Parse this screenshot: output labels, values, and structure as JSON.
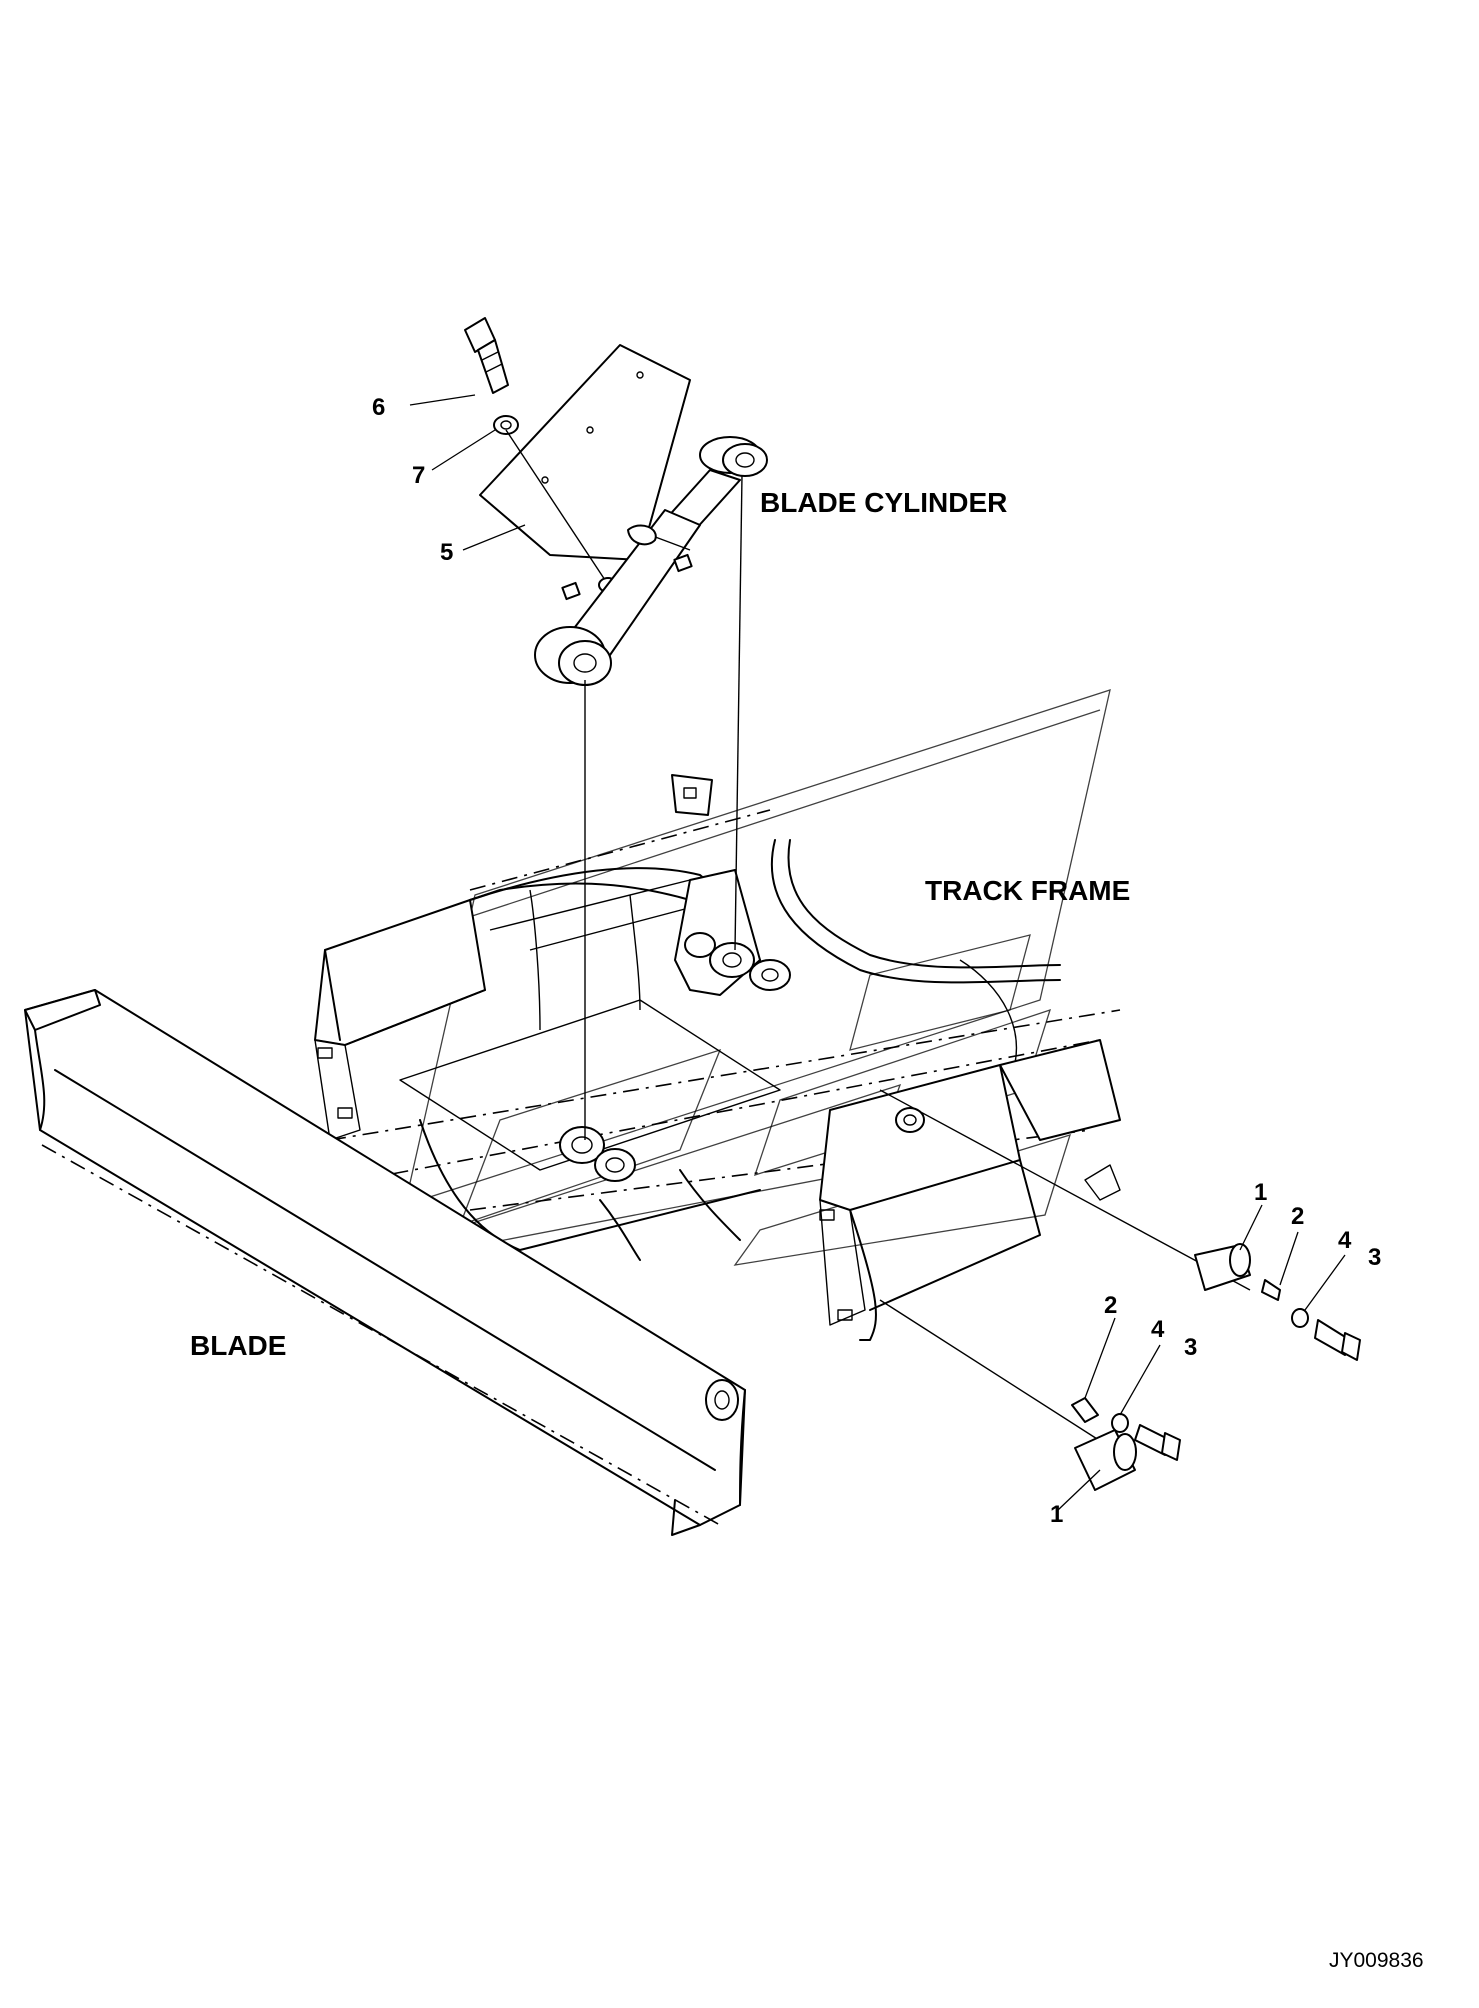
{
  "diagram": {
    "labels": {
      "blade_cylinder": "BLADE CYLINDER",
      "track_frame": "TRACK FRAME",
      "blade": "BLADE"
    },
    "callouts": {
      "c6": "6",
      "c7": "7",
      "c5": "5",
      "c1_upper": "1",
      "c2_upper": "2",
      "c4_upper": "4",
      "c3_upper": "3",
      "c2_lower": "2",
      "c4_lower": "4",
      "c3_lower": "3",
      "c1_lower": "1"
    },
    "doc_id": "JY009836"
  }
}
